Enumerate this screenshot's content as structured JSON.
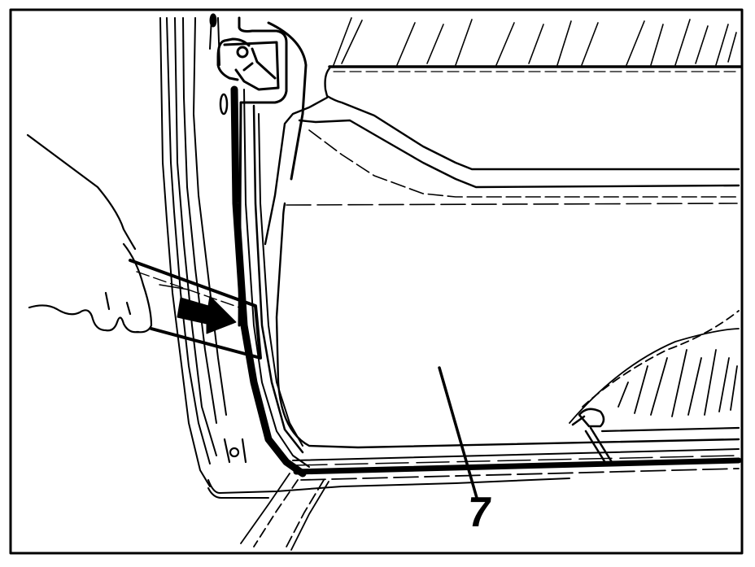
{
  "figure": {
    "subject": "Removing door trim panel with flat prying tool",
    "callouts": [
      {
        "id": "7",
        "label": "7",
        "points_to": "door trim panel"
      }
    ],
    "colors": {
      "ink": "#000000",
      "paper": "#ffffff"
    }
  }
}
